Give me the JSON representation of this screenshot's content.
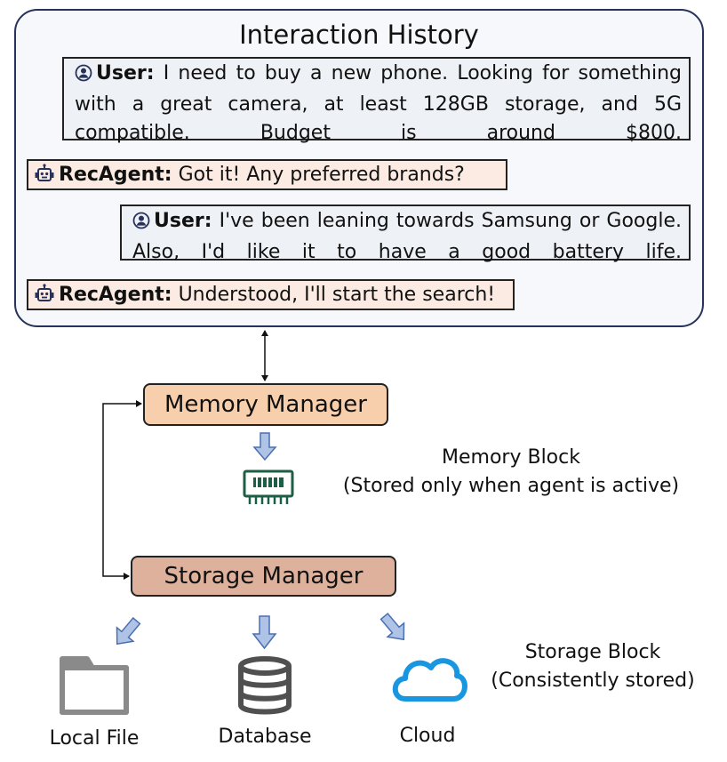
{
  "history": {
    "title": "Interaction History",
    "messages": [
      {
        "role": "User:",
        "text": "I need to buy a new phone. Looking for something with a great camera, at least 128GB storage, and 5G compatible. Budget is around $800."
      },
      {
        "role": "RecAgent:",
        "text": "Got it! Any preferred brands?"
      },
      {
        "role": "User:",
        "text": "I've been leaning towards Samsung or Google. Also, I'd like it to have a good battery life."
      },
      {
        "role": "RecAgent:",
        "text": "Understood, I'll start the search!"
      }
    ]
  },
  "memory_manager": "Memory Manager",
  "memory_block": {
    "line1": "Memory Block",
    "line2": "(Stored only when agent is active)"
  },
  "storage_manager": "Storage Manager",
  "storage_block": {
    "line1": "Storage Block",
    "line2": "(Consistently stored)"
  },
  "storage_targets": {
    "local_file": "Local File",
    "database": "Database",
    "cloud": "Cloud"
  },
  "colors": {
    "panel_border": "#27325a",
    "panel_fill": "#f6f8fb",
    "user_fill": "#eef2f6",
    "agent_fill": "#fbebe2",
    "memory_manager_fill": "#f8cfac",
    "storage_manager_fill": "#ddb19c",
    "arrow_fill": "#aec3e6",
    "arrow_stroke": "#4a6fb0",
    "chip": "#1e5e46",
    "folder": "#8a8a8a",
    "database": "#505050",
    "cloud": "#1996e0"
  }
}
